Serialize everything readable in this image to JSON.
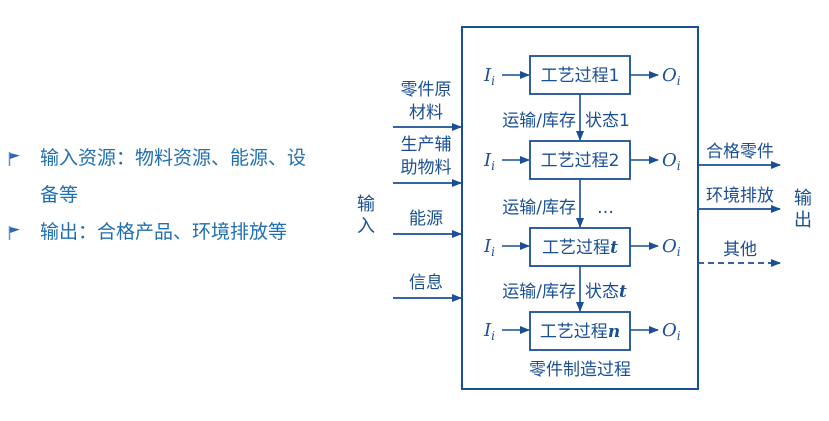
{
  "bullets": [
    {
      "text": "输入资源：物料资源、能源、设备等",
      "line1": "输入资源：物料资源、能源、设",
      "line2": "备等",
      "icon": "flag-icon"
    },
    {
      "text": "输出：合格产品、环境排放等",
      "icon": "flag-icon"
    }
  ],
  "diagram": {
    "color": "#1a4f96",
    "inputs_label": "输入",
    "inputs_label_chars": [
      "输",
      "入"
    ],
    "outputs_label": "输出",
    "outputs_label_chars": [
      "输",
      "出"
    ],
    "input_arrows": {
      "part_material_1": "零件原",
      "part_material_2": "材料",
      "production_aux_1": "生产辅",
      "production_aux_2": "助物料",
      "energy": "能源",
      "information": "信息"
    },
    "output_arrows": {
      "qualified_parts": "合格零件",
      "env_emission": "环境排放",
      "other": "其他"
    },
    "processes": [
      {
        "name": "工艺过程1",
        "input": "I",
        "input_sub": "i",
        "output": "O",
        "output_sub": "i"
      },
      {
        "name": "工艺过程2",
        "input": "I",
        "input_sub": "i",
        "output": "O",
        "output_sub": "i"
      },
      {
        "name_prefix": "工艺过程",
        "name_var": "t",
        "input": "I",
        "input_sub": "i",
        "output": "O",
        "output_sub": "i"
      },
      {
        "name_prefix": "工艺过程",
        "name_var": "n",
        "input": "I",
        "input_sub": "i",
        "output": "O",
        "output_sub": "i"
      }
    ],
    "transitions": [
      {
        "left": "运输/库存",
        "right": "状态1"
      },
      {
        "left": "运输/库存",
        "right": "…"
      },
      {
        "left": "运输/库存",
        "right_prefix": "状态",
        "right_var": "t"
      }
    ],
    "caption": "零件制造过程"
  }
}
